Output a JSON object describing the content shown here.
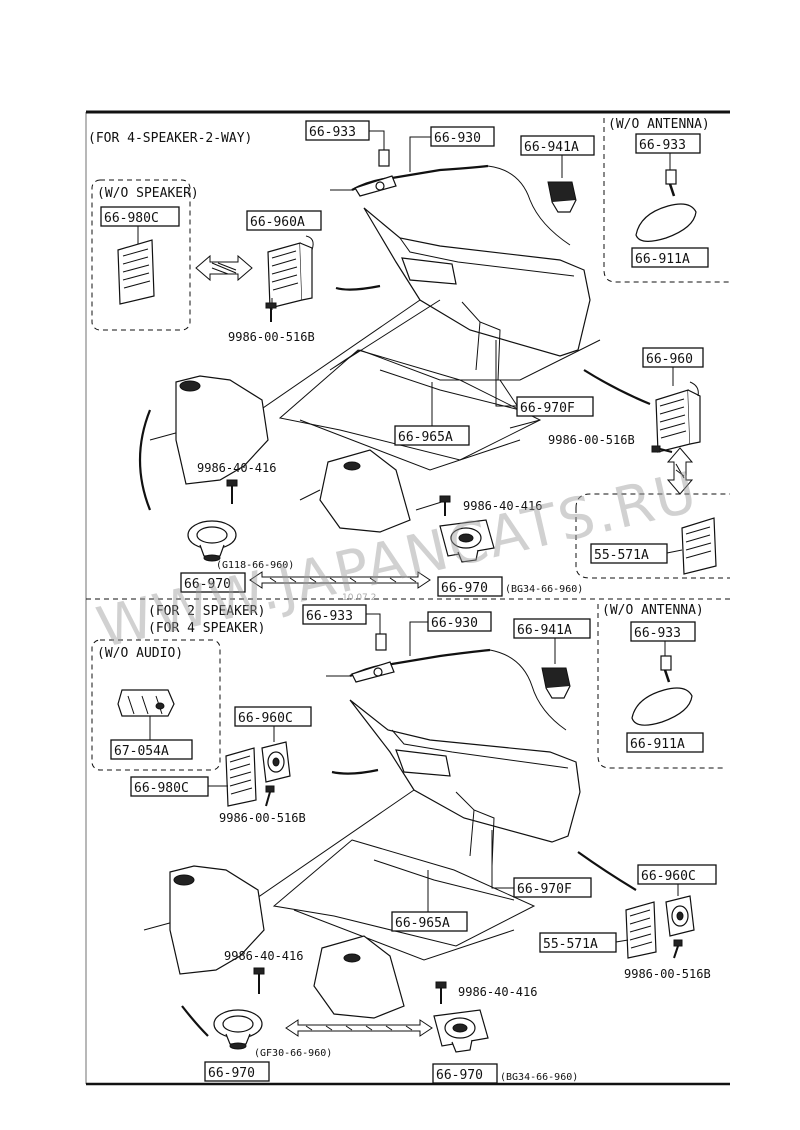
{
  "sections": {
    "top": {
      "heading": "(FOR 4-SPEAKER-2-WAY)",
      "group_wo_speaker": "(W/O SPEAKER)",
      "group_wo_antenna": "(W/O ANTENNA)",
      "parts": {
        "p66_933": "66-933",
        "p66_930": "66-930",
        "p66_941A": "66-941A",
        "p66_980C": "66-980C",
        "p66_960A": "66-960A",
        "p9986_00_516B_a": "9986-00-516B",
        "p66_933_b": "66-933",
        "p66_911A": "66-911A",
        "p66_960": "66-960",
        "p66_970F": "66-970F",
        "p66_965A": "66-965A",
        "p9986_00_516B_b": "9986-00-516B",
        "p9986_40_416_a": "9986-40-416",
        "p9986_40_416_b": "9986-40-416",
        "p55_571A": "55-571A",
        "p66_970_a": "66-970",
        "p66_970_b": "66-970"
      },
      "notes": {
        "left_code": "(G118-66-960)",
        "right_code": "(BG34-66-960)"
      }
    },
    "bottom": {
      "heading_1": "(FOR 2 SPEAKER)",
      "heading_2": "(FOR 4 SPEAKER)",
      "group_wo_audio": "(W/O AUDIO)",
      "group_wo_antenna": "(W/O ANTENNA)",
      "parts": {
        "p66_933": "66-933",
        "p66_930": "66-930",
        "p66_941A": "66-941A",
        "p67_054A": "67-054A",
        "p66_960C": "66-960C",
        "p66_980C": "66-980C",
        "p9986_00_516B_a": "9986-00-516B",
        "p66_933_b": "66-933",
        "p66_911A": "66-911A",
        "p66_970F": "66-970F",
        "p66_965A": "66-965A",
        "p66_960C_b": "66-960C",
        "p55_571A": "55-571A",
        "p9986_00_516B_b": "9986-00-516B",
        "p9986_40_416_a": "9986-40-416",
        "p9986_40_416_b": "9986-40-416",
        "p66_970_a": "66-970",
        "p66_970_b": "66-970"
      },
      "notes": {
        "left_code": "(GF30-66-960)",
        "right_code": "(BG34-66-960)"
      }
    }
  },
  "watermark": "WWW.JAPANCATS.RU",
  "watermark_small": "10.07.2"
}
